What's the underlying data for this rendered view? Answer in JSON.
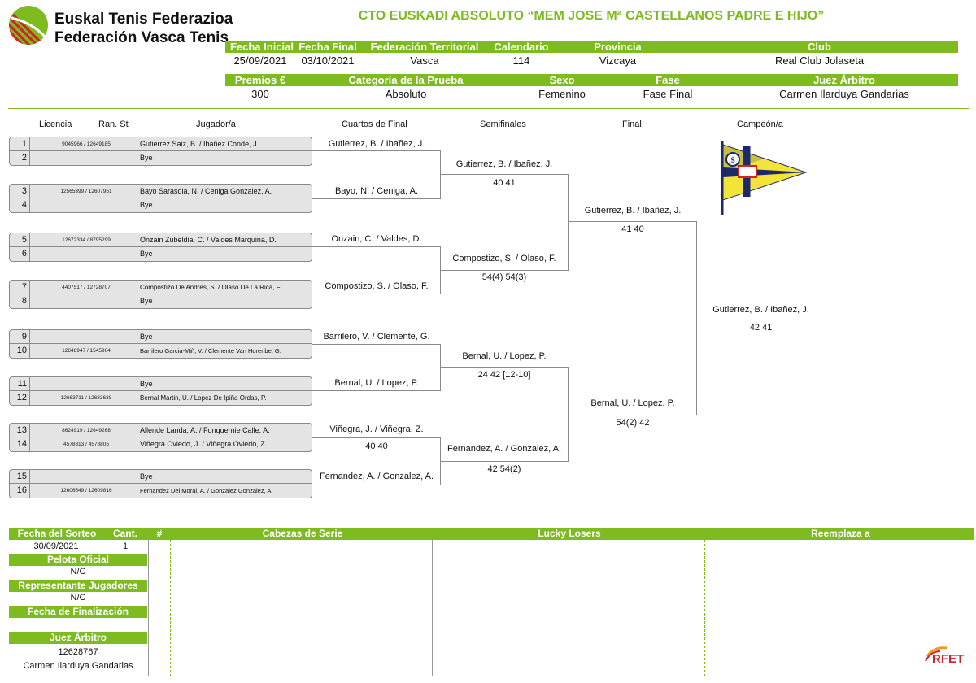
{
  "org": {
    "line1": "Euskal Tenis Federazioa",
    "line2": "Federación Vasca Tenis"
  },
  "title": "CTO EUSKADI ABSOLUTO “MEM JOSE Mª CASTELLANOS PADRE E HIJO”",
  "info1": {
    "headers": [
      "Fecha Inicial",
      "Fecha Final",
      "Federación Territorial",
      "Calendario",
      "Provincia",
      "Club"
    ],
    "values": [
      "25/09/2021",
      "03/10/2021",
      "Vasca",
      "114",
      "Vizcaya",
      "Real Club Jolaseta"
    ]
  },
  "info2": {
    "headers": [
      "Premios €",
      "Categoría de la Prueba",
      "Sexo",
      "Fase",
      "Juez Árbitro"
    ],
    "values": [
      "300",
      "Absoluto",
      "Femenino",
      "Fase Final",
      "Carmen Ilarduya Gandarias"
    ]
  },
  "columns": [
    "Licencia",
    "Ran. St",
    "Jugador/a",
    "Cuartos de Final",
    "Semifinales",
    "Final",
    "Campeón/a"
  ],
  "players": [
    {
      "num": "1",
      "lic": "9045966 / 12649185",
      "name": "Gutierrez Saiz, B. / Ibañez Conde, J."
    },
    {
      "num": "2",
      "lic": "",
      "name": "Bye"
    },
    {
      "num": "3",
      "lic": "12565399 / 12607951",
      "name": "Bayo Sarasola, N. / Ceniga Gonzalez, A."
    },
    {
      "num": "4",
      "lic": "",
      "name": "Bye"
    },
    {
      "num": "5",
      "lic": "12672334 / 8795299",
      "name": "Onzain Zubeldia, C. / Valdes Marquina, D."
    },
    {
      "num": "6",
      "lic": "",
      "name": "Bye"
    },
    {
      "num": "7",
      "lic": "4407517 / 12728707",
      "name": "Compostizo De Andres, S. / Olaso De La Rica, F."
    },
    {
      "num": "8",
      "lic": "",
      "name": "Bye"
    },
    {
      "num": "9",
      "lic": "",
      "name": "Bye"
    },
    {
      "num": "10",
      "lic": "12648947 / 1545964",
      "name": "Barrilero Garcia-Miñ, V. / Clemente Van Horenbe, G."
    },
    {
      "num": "11",
      "lic": "",
      "name": "Bye"
    },
    {
      "num": "12",
      "lic": "12663711 / 12683638",
      "name": "Bernal Martin, U. / Lopez De Ipiña Ordas, P."
    },
    {
      "num": "13",
      "lic": "8624919 / 12649268",
      "name": "Allende Landa, A. / Fonquernie Calle, A."
    },
    {
      "num": "14",
      "lic": "4578813 / 4578805",
      "name": "Viñegra Oviedo, J. / Viñegra Oviedo, Z."
    },
    {
      "num": "15",
      "lic": "",
      "name": "Bye"
    },
    {
      "num": "16",
      "lic": "12606549 / 12609816",
      "name": "Fernandez Del Moral, A. / Gonzalez Gonzalez, A."
    }
  ],
  "quarters": [
    {
      "name": "Gutierrez, B. / Ibañez, J.",
      "score": ""
    },
    {
      "name": "Bayo, N. / Ceniga, A.",
      "score": ""
    },
    {
      "name": "Onzain, C. / Valdes, D.",
      "score": ""
    },
    {
      "name": "Compostizo, S. / Olaso, F.",
      "score": ""
    },
    {
      "name": "Barrilero, V. / Clemente, G.",
      "score": ""
    },
    {
      "name": "Bernal, U. / Lopez, P.",
      "score": ""
    },
    {
      "name": "Viñegra, J. / Viñegra, Z.",
      "score": "40 40"
    },
    {
      "name": "Fernandez, A. / Gonzalez, A.",
      "score": ""
    }
  ],
  "semis": [
    {
      "name": "Gutierrez, B. / Ibañez, J.",
      "score": "40 41"
    },
    {
      "name": "Compostizo, S. / Olaso, F.",
      "score": "54(4) 54(3)"
    },
    {
      "name": "Bernal, U. / Lopez, P.",
      "score": "24 42 [12-10]"
    },
    {
      "name": "Fernandez, A. / Gonzalez, A.",
      "score": "42 54(2)"
    }
  ],
  "final": [
    {
      "name": "Gutierrez, B. / Ibañez, J.",
      "score": "41 40"
    },
    {
      "name": "Bernal, U. / Lopez, P.",
      "score": "54(2) 42"
    }
  ],
  "champion": {
    "name": "Gutierrez, B. / Ibañez, J.",
    "score": "42 41"
  },
  "footer": {
    "draw_date_label": "Fecha del Sorteo",
    "draw_date": "30/09/2021",
    "qty_label": "Cant.",
    "qty": "1",
    "hash_label": "#",
    "seeds_label": "Cabezas de Serie",
    "lucky_label": "Lucky Losers",
    "replace_label": "Reemplaza a",
    "ball_label": "Pelota Oficial",
    "ball": "N/C",
    "rep_label": "Representante Jugadores",
    "rep": "N/C",
    "end_label": "Fecha de Finalización",
    "end": "",
    "ref_label": "Juez Árbitro",
    "ref_id": "12628767",
    "ref_name": "Carmen Ilarduya Gandarias"
  },
  "rfet": "RFET",
  "colors": {
    "accent": "#7dbb1f",
    "logo_red": "#d2232a"
  }
}
